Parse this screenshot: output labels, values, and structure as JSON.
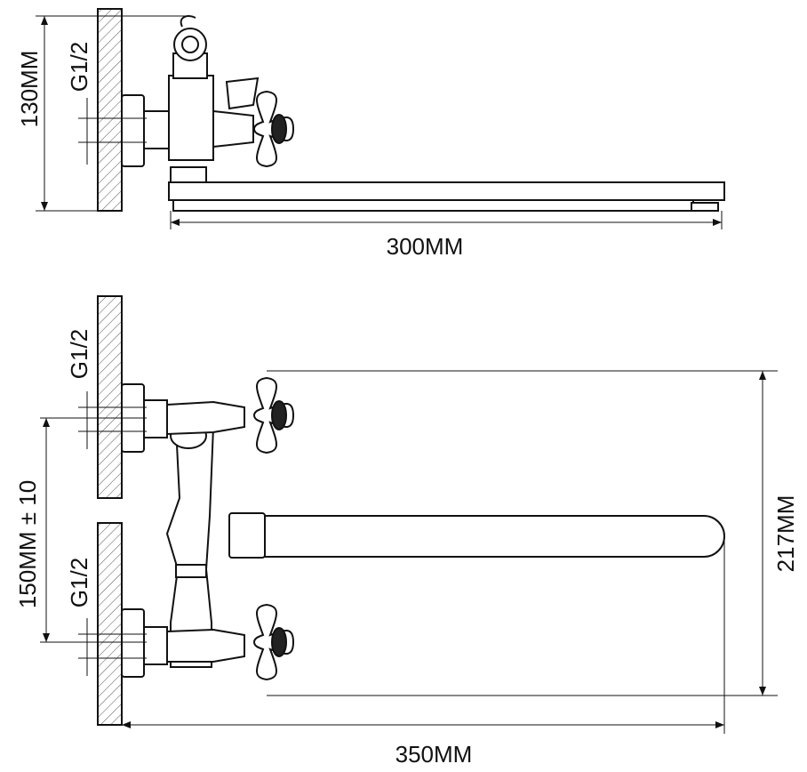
{
  "top_view": {
    "height_label": "130MM",
    "thread_label": "G1/2",
    "length_label": "300MM"
  },
  "bottom_view": {
    "upper_thread_label": "G1/2",
    "lower_thread_label": "G1/2",
    "spacing_label": "150MM ± 10",
    "height_label": "217MM",
    "length_label": "350MM"
  },
  "colors": {
    "line": "#111111",
    "background": "#ffffff"
  }
}
